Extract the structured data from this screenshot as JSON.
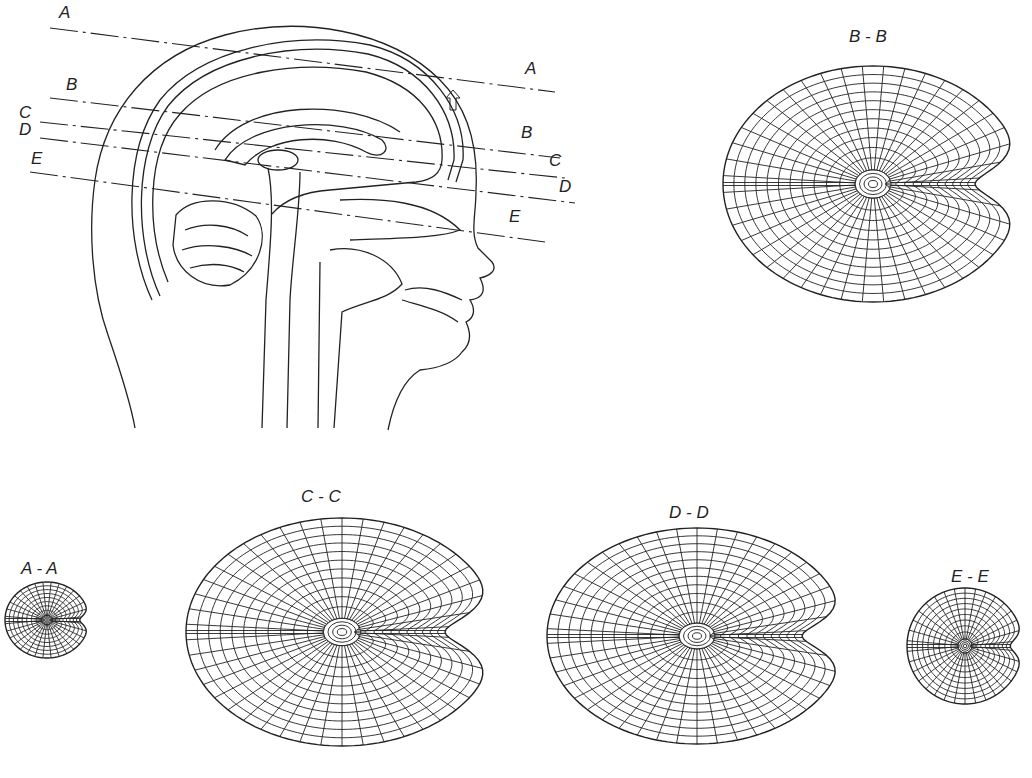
{
  "diagram": {
    "labels": [
      "A",
      "A",
      "B",
      "B",
      "C",
      "C",
      "D",
      "D",
      "E",
      "E",
      "B - B",
      "A - A",
      "C - C",
      "D - D",
      "E - E"
    ]
  }
}
